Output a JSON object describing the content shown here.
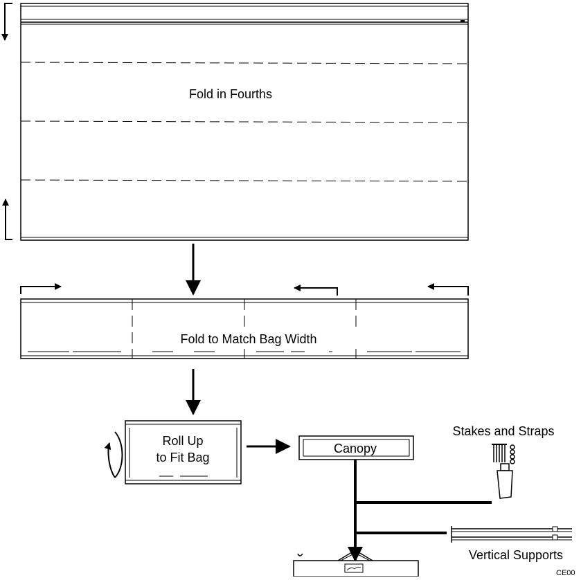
{
  "labels": {
    "fold_fourths": "Fold in Fourths",
    "fold_bag_width": "Fold to Match Bag Width",
    "roll_line1": "Roll Up",
    "roll_line2": "to Fit Bag",
    "canopy": "Canopy",
    "stakes_straps": "Stakes and Straps",
    "vertical_supports": "Vertical Supports",
    "figure_code": "CE00"
  }
}
